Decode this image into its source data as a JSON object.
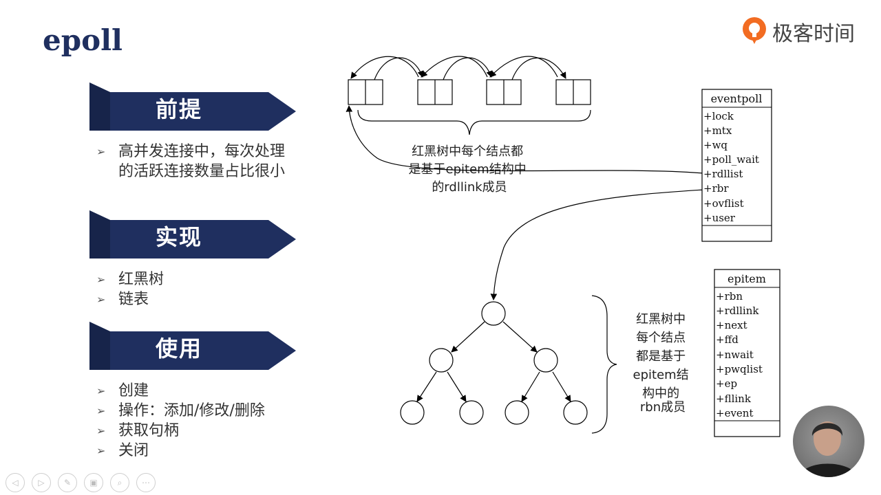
{
  "slide": {
    "title": "epoll",
    "logo_text": "极客时间",
    "sections": [
      {
        "heading": "前提",
        "bullets": [
          "高并发连接中，每次处理的活跃连接数量占比很小"
        ]
      },
      {
        "heading": "实现",
        "bullets": [
          "红黑树",
          "链表"
        ]
      },
      {
        "heading": "使用",
        "bullets": [
          "创建",
          "操作：添加/修改/删除",
          "获取句柄",
          "关闭"
        ]
      }
    ]
  },
  "diagram": {
    "list_note": [
      "红黑树中每个结点都",
      "是基于epitem结构中",
      "的rdllink成员"
    ],
    "tree_note": [
      "红黑树中",
      "每个结点",
      "都是基于",
      "epitem结",
      "构中的",
      "rbn成员"
    ],
    "eventpoll": {
      "name": "eventpoll",
      "fields": [
        "+lock",
        "+mtx",
        "+wq",
        "+poll_wait",
        "+rdllist",
        "+rbr",
        "+ovflist",
        "+user"
      ]
    },
    "epitem": {
      "name": "epitem",
      "fields": [
        "+rbn",
        "+rdllink",
        "+next",
        "+ffd",
        "+nwait",
        "+pwqlist",
        "+ep",
        "+fllink",
        "+event"
      ]
    }
  },
  "nav": {
    "icons": [
      "prev-icon",
      "next-icon",
      "pen-icon",
      "slides-icon",
      "zoom-icon",
      "more-icon"
    ],
    "glyphs": [
      "◁",
      "▷",
      "✎",
      "▣",
      "⌕",
      "⋯"
    ]
  },
  "colors": {
    "banner": "#1f2f5f",
    "title": "#1f2f5f",
    "logo": "#f26c22"
  }
}
